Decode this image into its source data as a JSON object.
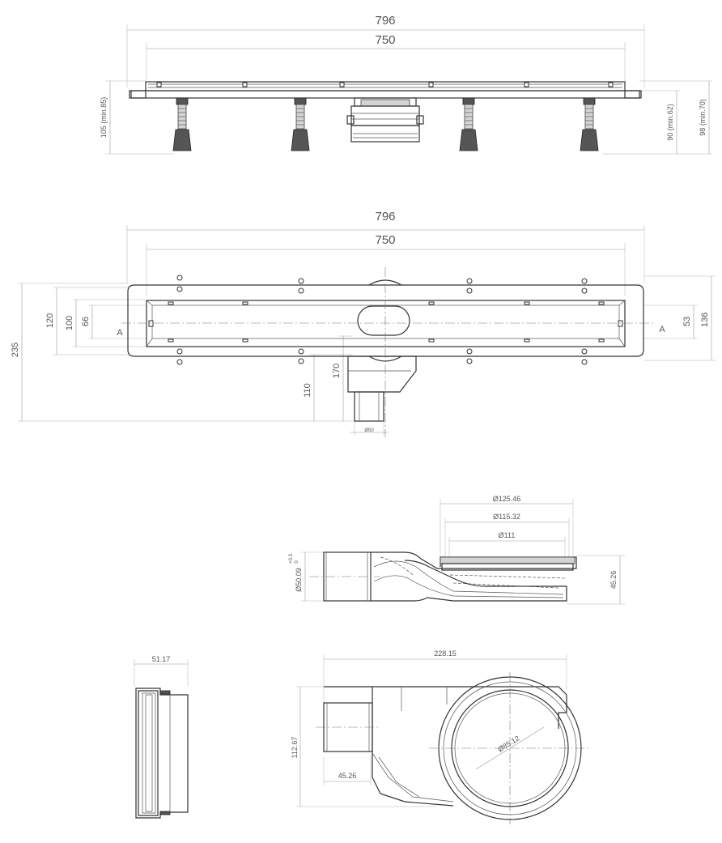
{
  "front_view": {
    "overall_length": "796",
    "grate_length": "750",
    "height_left": "105 (min.85)",
    "height_right_a": "90 (min.62)",
    "height_right_b": "98 (min.70)"
  },
  "top_view": {
    "overall_length": "796",
    "grate_length": "750",
    "total_depth": "235",
    "flange_width": "120",
    "body_width": "100",
    "grate_width": "66",
    "right_width": "136",
    "right_inner": "53",
    "outlet_offset": "110",
    "outlet_length": "170",
    "outlet_diameter": "Ø50",
    "section_left": "A",
    "section_right": "A"
  },
  "trap_side_view": {
    "dia_outer": "Ø125.46",
    "dia_mid": "Ø115.32",
    "dia_inner": "Ø111",
    "outlet_dia": "Ø50.09",
    "outlet_tol_upper": "+0.3",
    "outlet_tol_lower": "0",
    "height": "45.26"
  },
  "trap_end_view": {
    "width": "51.17"
  },
  "trap_plan_view": {
    "length": "228.15",
    "width": "112.67",
    "outlet_length": "45.26",
    "bowl_dia": "Ø85.12"
  }
}
